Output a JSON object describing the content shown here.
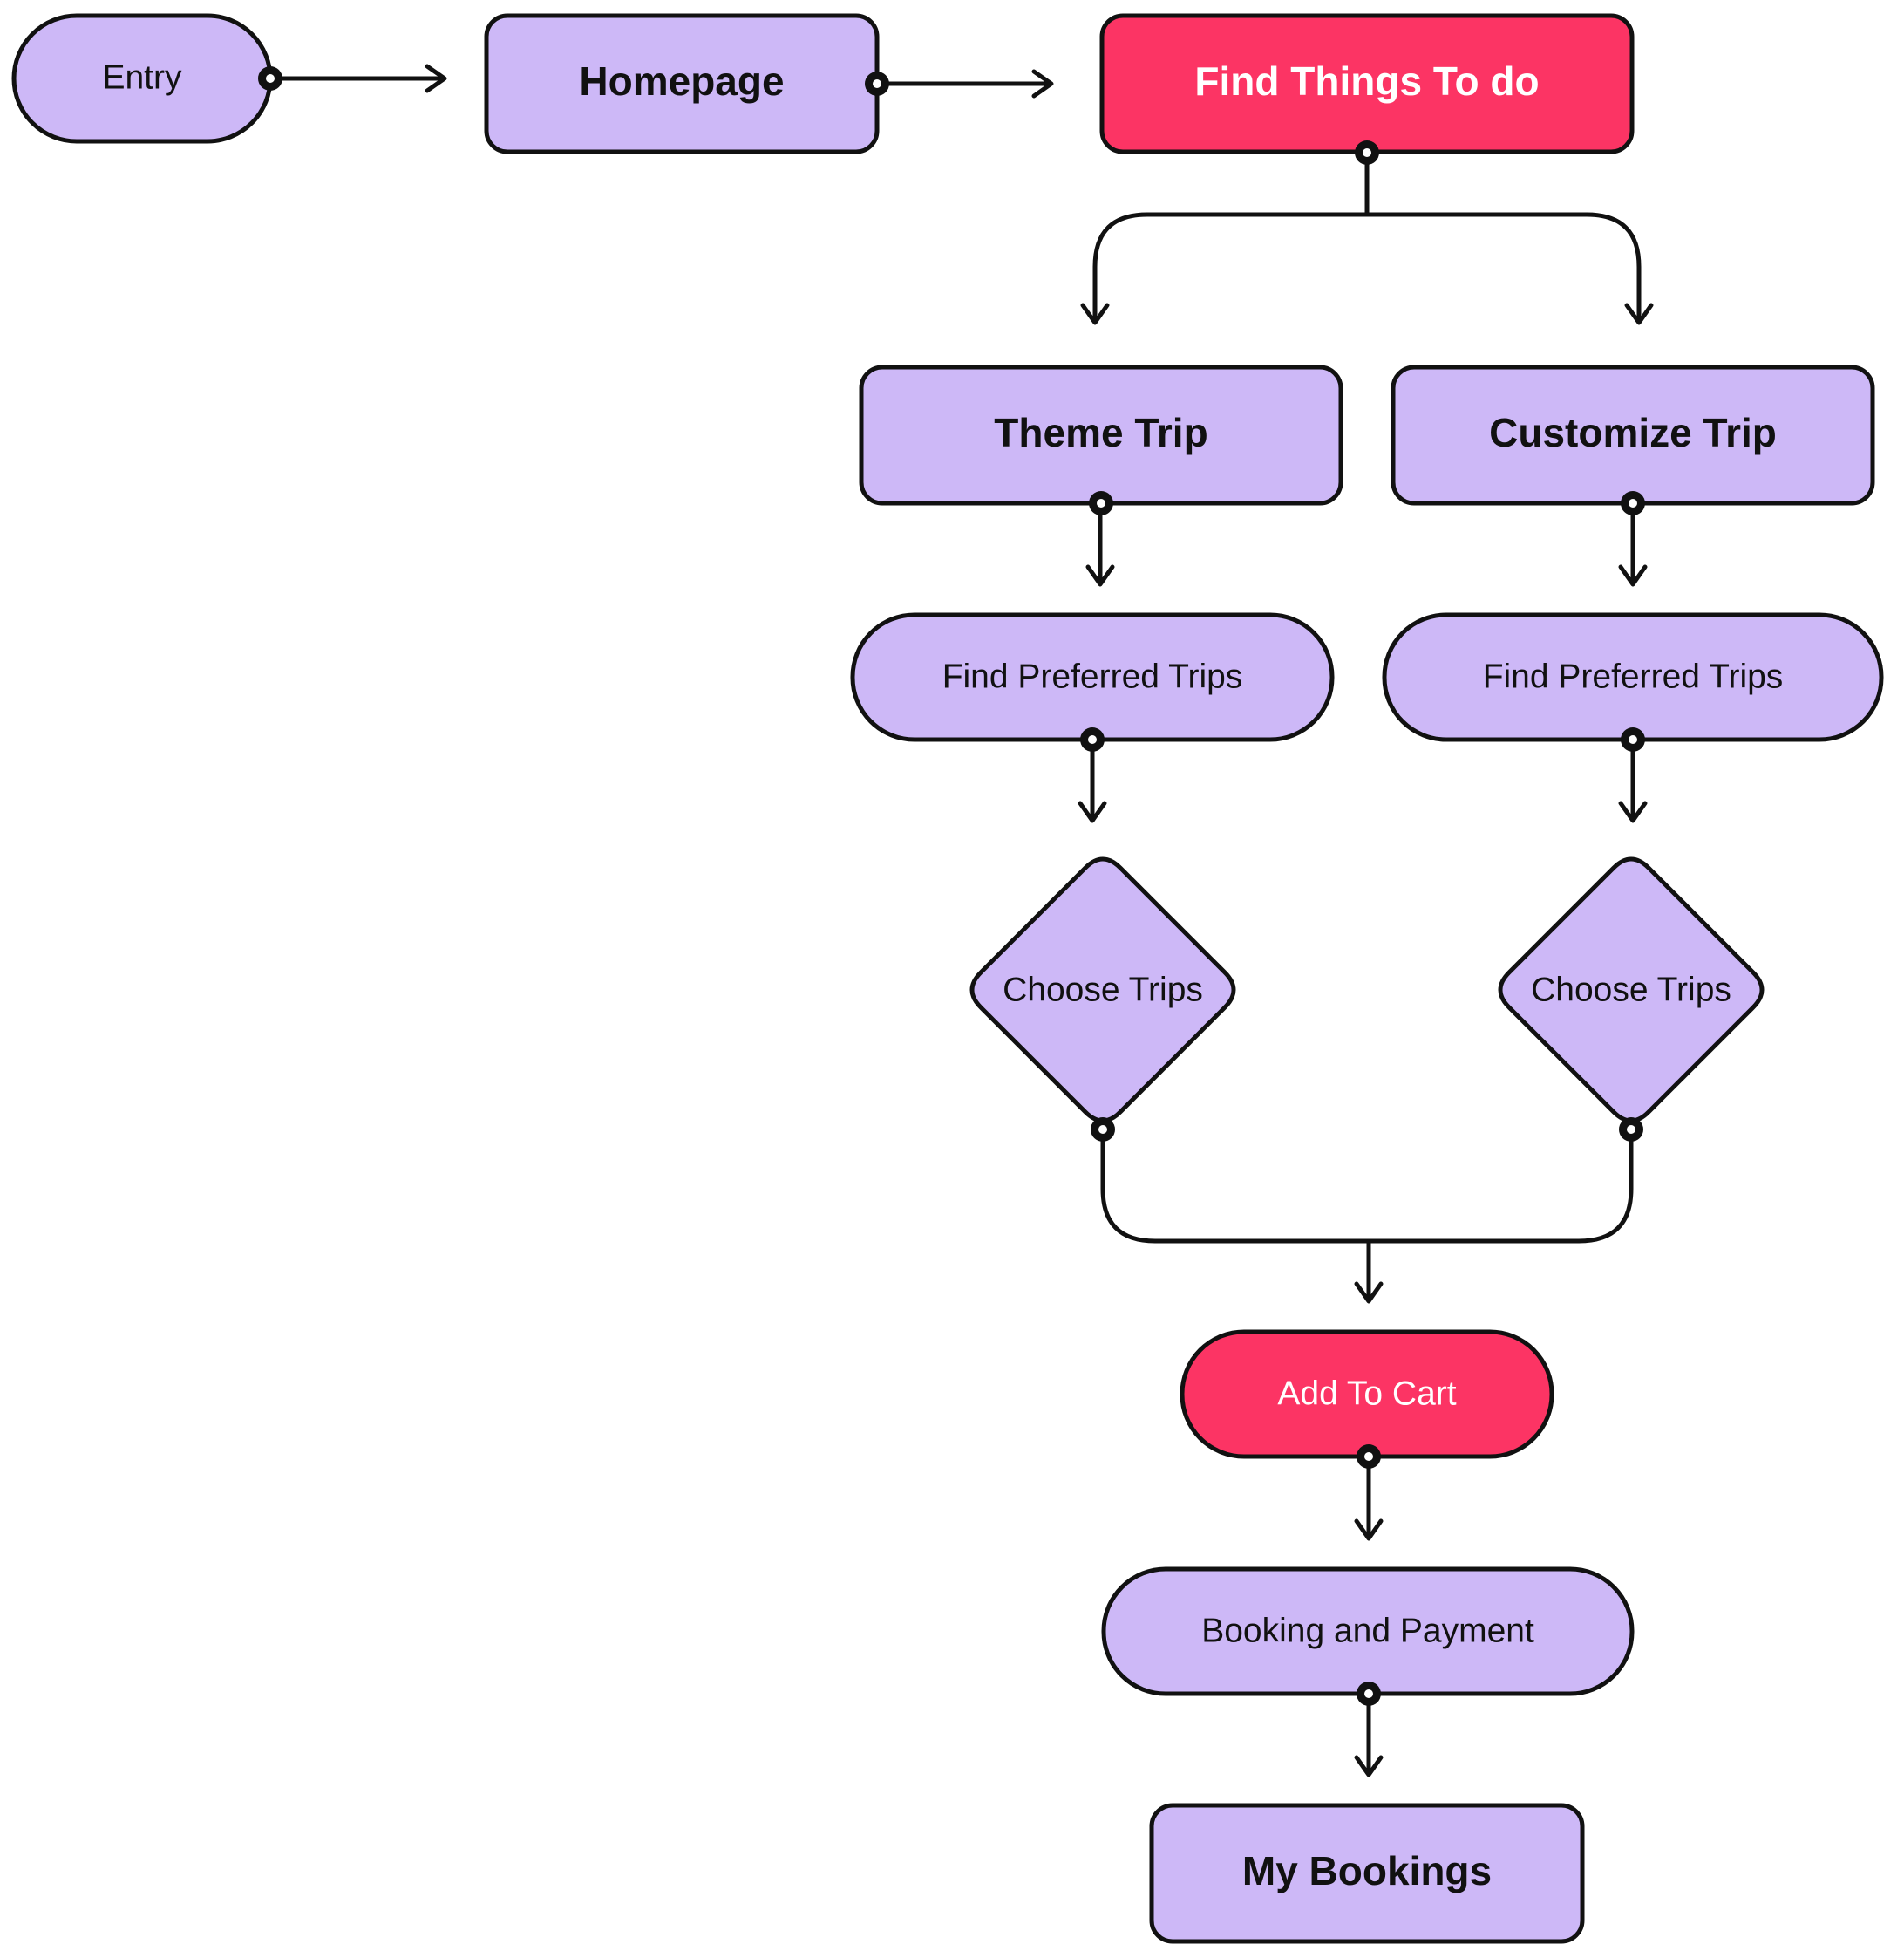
{
  "colors": {
    "node_fill": "#CDB8F7",
    "accent_fill": "#FC3464",
    "stroke": "#111111"
  },
  "nodes": {
    "entry": "Entry",
    "homepage": "Homepage",
    "find_things": "Find Things To do",
    "theme_trip": "Theme Trip",
    "customize_trip": "Customize Trip",
    "find_preferred_left": "Find Preferred Trips",
    "find_preferred_right": "Find Preferred Trips",
    "choose_left": "Choose Trips",
    "choose_right": "Choose Trips",
    "add_to_cart": "Add To Cart",
    "booking_payment": "Booking and Payment",
    "my_bookings": "My Bookings"
  }
}
